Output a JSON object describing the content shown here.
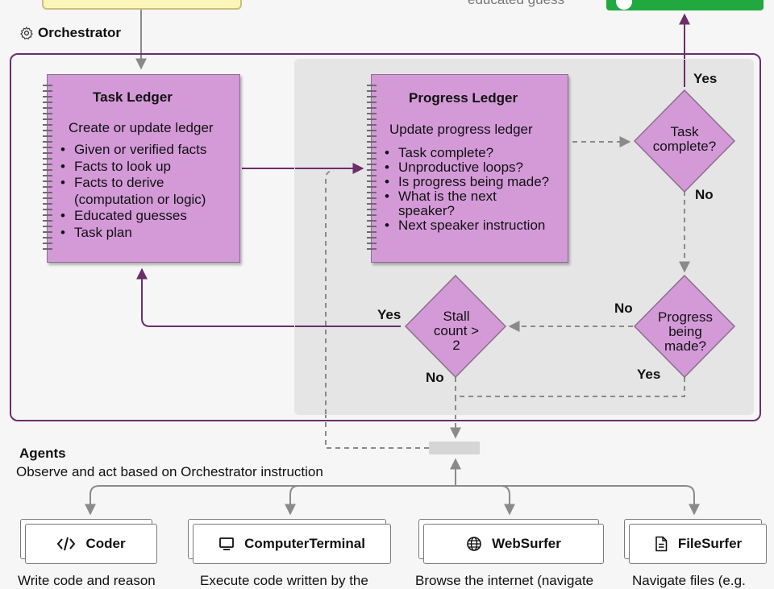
{
  "top": {
    "note": "educated guess"
  },
  "orchestrator": {
    "title": "Orchestrator",
    "icon": "gear-icon"
  },
  "task_ledger": {
    "title": "Task Ledger",
    "subtitle": "Create or update ledger",
    "items": [
      "Given or verified facts",
      "Facts to look up",
      "Facts to derive (computation or logic)",
      "Educated guesses",
      "Task plan"
    ]
  },
  "progress_ledger": {
    "title": "Progress Ledger",
    "subtitle": "Update progress ledger",
    "items": [
      "Task complete?",
      "Unproductive loops?",
      "Is progress being made?",
      "What is the next speaker?",
      "Next speaker instruction"
    ]
  },
  "decisions": {
    "task_complete": "Task complete?",
    "progress_made": "Progress being made?",
    "stall_count": "Stall count > 2"
  },
  "branch_labels": {
    "task_complete_yes": "Yes",
    "task_complete_no": "No",
    "progress_no": "No",
    "progress_yes": "Yes",
    "stall_yes": "Yes",
    "stall_no": "No"
  },
  "agents": {
    "title": "Agents",
    "subtitle": "Observe and act based on Orchestrator instruction",
    "items": [
      {
        "name": "Coder",
        "icon": "code-icon",
        "desc": "Write code and reason"
      },
      {
        "name": "ComputerTerminal",
        "icon": "monitor-icon",
        "desc": "Execute code written by the"
      },
      {
        "name": "WebSurfer",
        "icon": "globe-icon",
        "desc": "Browse the internet (navigate"
      },
      {
        "name": "FileSurfer",
        "icon": "file-icon",
        "desc": "Navigate files (e.g."
      }
    ]
  },
  "colors": {
    "orchestrator_border": "#6c2d6c",
    "ledger_fill": "#d49ad8",
    "final_answer": "#21a83f",
    "inner_panel": "#e6e5e6",
    "connector_gray": "#8a8a8a"
  }
}
